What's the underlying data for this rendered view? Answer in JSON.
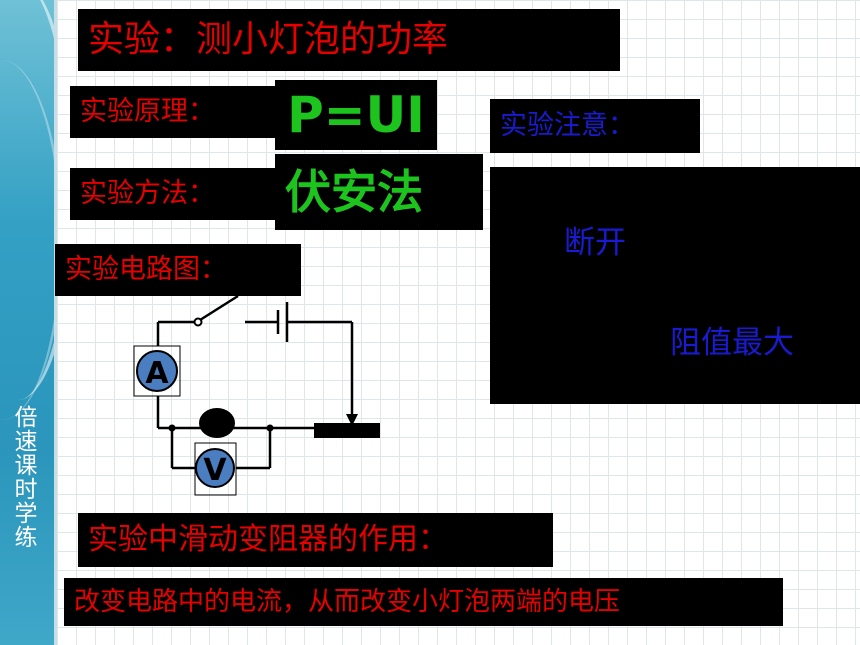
{
  "sidebar": {
    "text": "倍速课时学练"
  },
  "title": "实验：测小灯泡的功率",
  "principle": {
    "label": "实验原理：",
    "formula": "P=UI"
  },
  "method": {
    "label": "实验方法：",
    "value": "伏安法"
  },
  "notes": {
    "label": "实验注意：",
    "item1": "断开",
    "item2": "阻值最大"
  },
  "diagram": {
    "label": "实验电路图：",
    "ammeter_symbol": "A",
    "voltmeter_symbol": "V"
  },
  "rheostat": {
    "label": "实验中滑动变阻器的作用：",
    "role": "改变电路中的电流，从而改变小灯泡两端的电压"
  },
  "colors": {
    "box_bg": "#000000",
    "red_text": "#e60000",
    "green_text": "#1ec41e",
    "blue_text": "#1a1ad0",
    "meter_fill": "#4a7ec0",
    "sidebar": "#33a0c4"
  }
}
